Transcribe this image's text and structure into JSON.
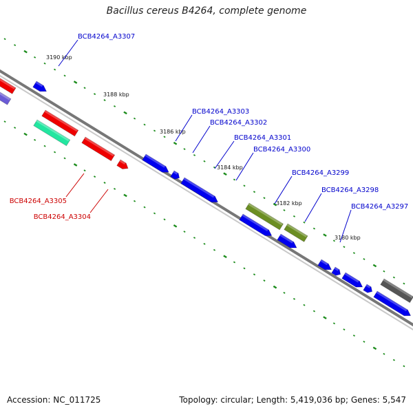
{
  "title": "Bacillus cereus B4264, complete genome",
  "footer": {
    "accession": "Accession: NC_011725",
    "topology": "Topology: circular; Length: 5,419,036 bp; Genes: 5,547"
  },
  "colors": {
    "blue_gene": "#0000ee",
    "red_gene": "#ee0000",
    "teal_gene": "#22e6a0",
    "purple_gene": "#6b5bd6",
    "olive_gene": "#6b8e23",
    "gray_gene": "#555555",
    "tick": "#1c8c1c",
    "backbone": "#777777",
    "label_blue": "#0000cc",
    "label_red": "#cc0000"
  },
  "tick_labels": [
    "3190 kbp",
    "3188 kbp",
    "3186 kbp",
    "3184 kbp",
    "3182 kbp",
    "3180 kbp"
  ],
  "gene_labels": [
    {
      "text": "BCB4264_A3307",
      "strand": "top"
    },
    {
      "text": "BCB4264_A3303",
      "strand": "top"
    },
    {
      "text": "BCB4264_A3302",
      "strand": "top"
    },
    {
      "text": "BCB4264_A3301",
      "strand": "top"
    },
    {
      "text": "BCB4264_A3300",
      "strand": "top"
    },
    {
      "text": "BCB4264_A3299",
      "strand": "top"
    },
    {
      "text": "BCB4264_A3298",
      "strand": "top"
    },
    {
      "text": "BCB4264_A3297",
      "strand": "top"
    },
    {
      "text": "BCB4264_A3305",
      "strand": "bottom"
    },
    {
      "text": "BCB4264_A3304",
      "strand": "bottom"
    }
  ]
}
